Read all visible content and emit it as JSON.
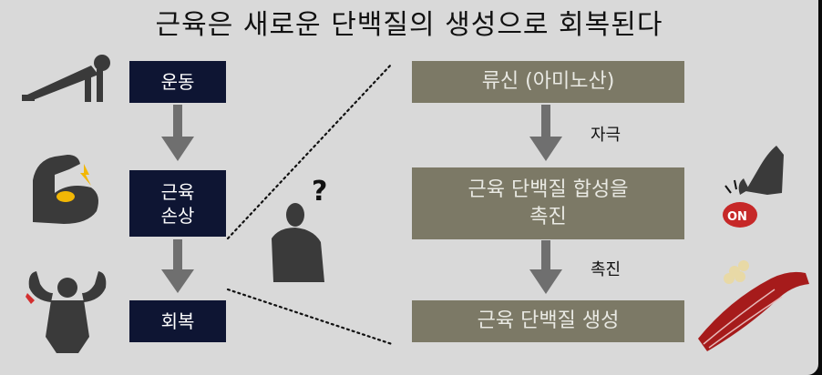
{
  "title": "근육은 새로운 단백질의 생성으로 회복된다",
  "left_flow": {
    "exercise": "운동",
    "damage_line1": "근육",
    "damage_line2": "손상",
    "recovery": "회복"
  },
  "right_flow": {
    "leucine": "류신 (아미노산)",
    "stimulate_label": "자극",
    "synthesis_line1": "근육 단백질 합성을",
    "synthesis_line2": "촉진",
    "promote_label": "촉진",
    "generation": "근육 단백질 생성"
  },
  "question_mark": "?",
  "on_button": "ON",
  "colors": {
    "navy_box": "#0e1533",
    "olive_box": "#7c7966",
    "arrow": "#6f6f6f",
    "silhouette": "#3a3a3a",
    "background": "#d9d9d9"
  }
}
